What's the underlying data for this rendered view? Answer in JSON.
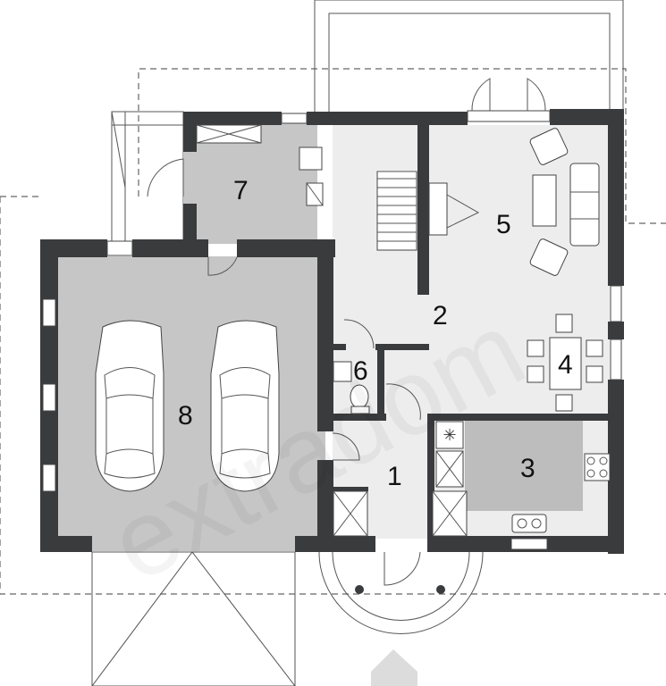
{
  "rooms": {
    "entrance": "1",
    "hall": "2",
    "kitchen": "3",
    "dining": "4",
    "living": "5",
    "wc": "6",
    "utility": "7",
    "garage": "8"
  },
  "watermark": "extradom",
  "colors": {
    "wall": "#3a3b3d",
    "floor_light": "#ededed",
    "floor_garage": "#c6c6c6",
    "floor_kitchen": "#bdbdbd"
  },
  "icons": [
    "entrance-arrow-icon",
    "car-icon",
    "sofa-icon",
    "armchair-icon",
    "stairs-icon",
    "fireplace-icon",
    "wc-icon",
    "sink-icon",
    "stove-icon",
    "fridge-icon"
  ]
}
